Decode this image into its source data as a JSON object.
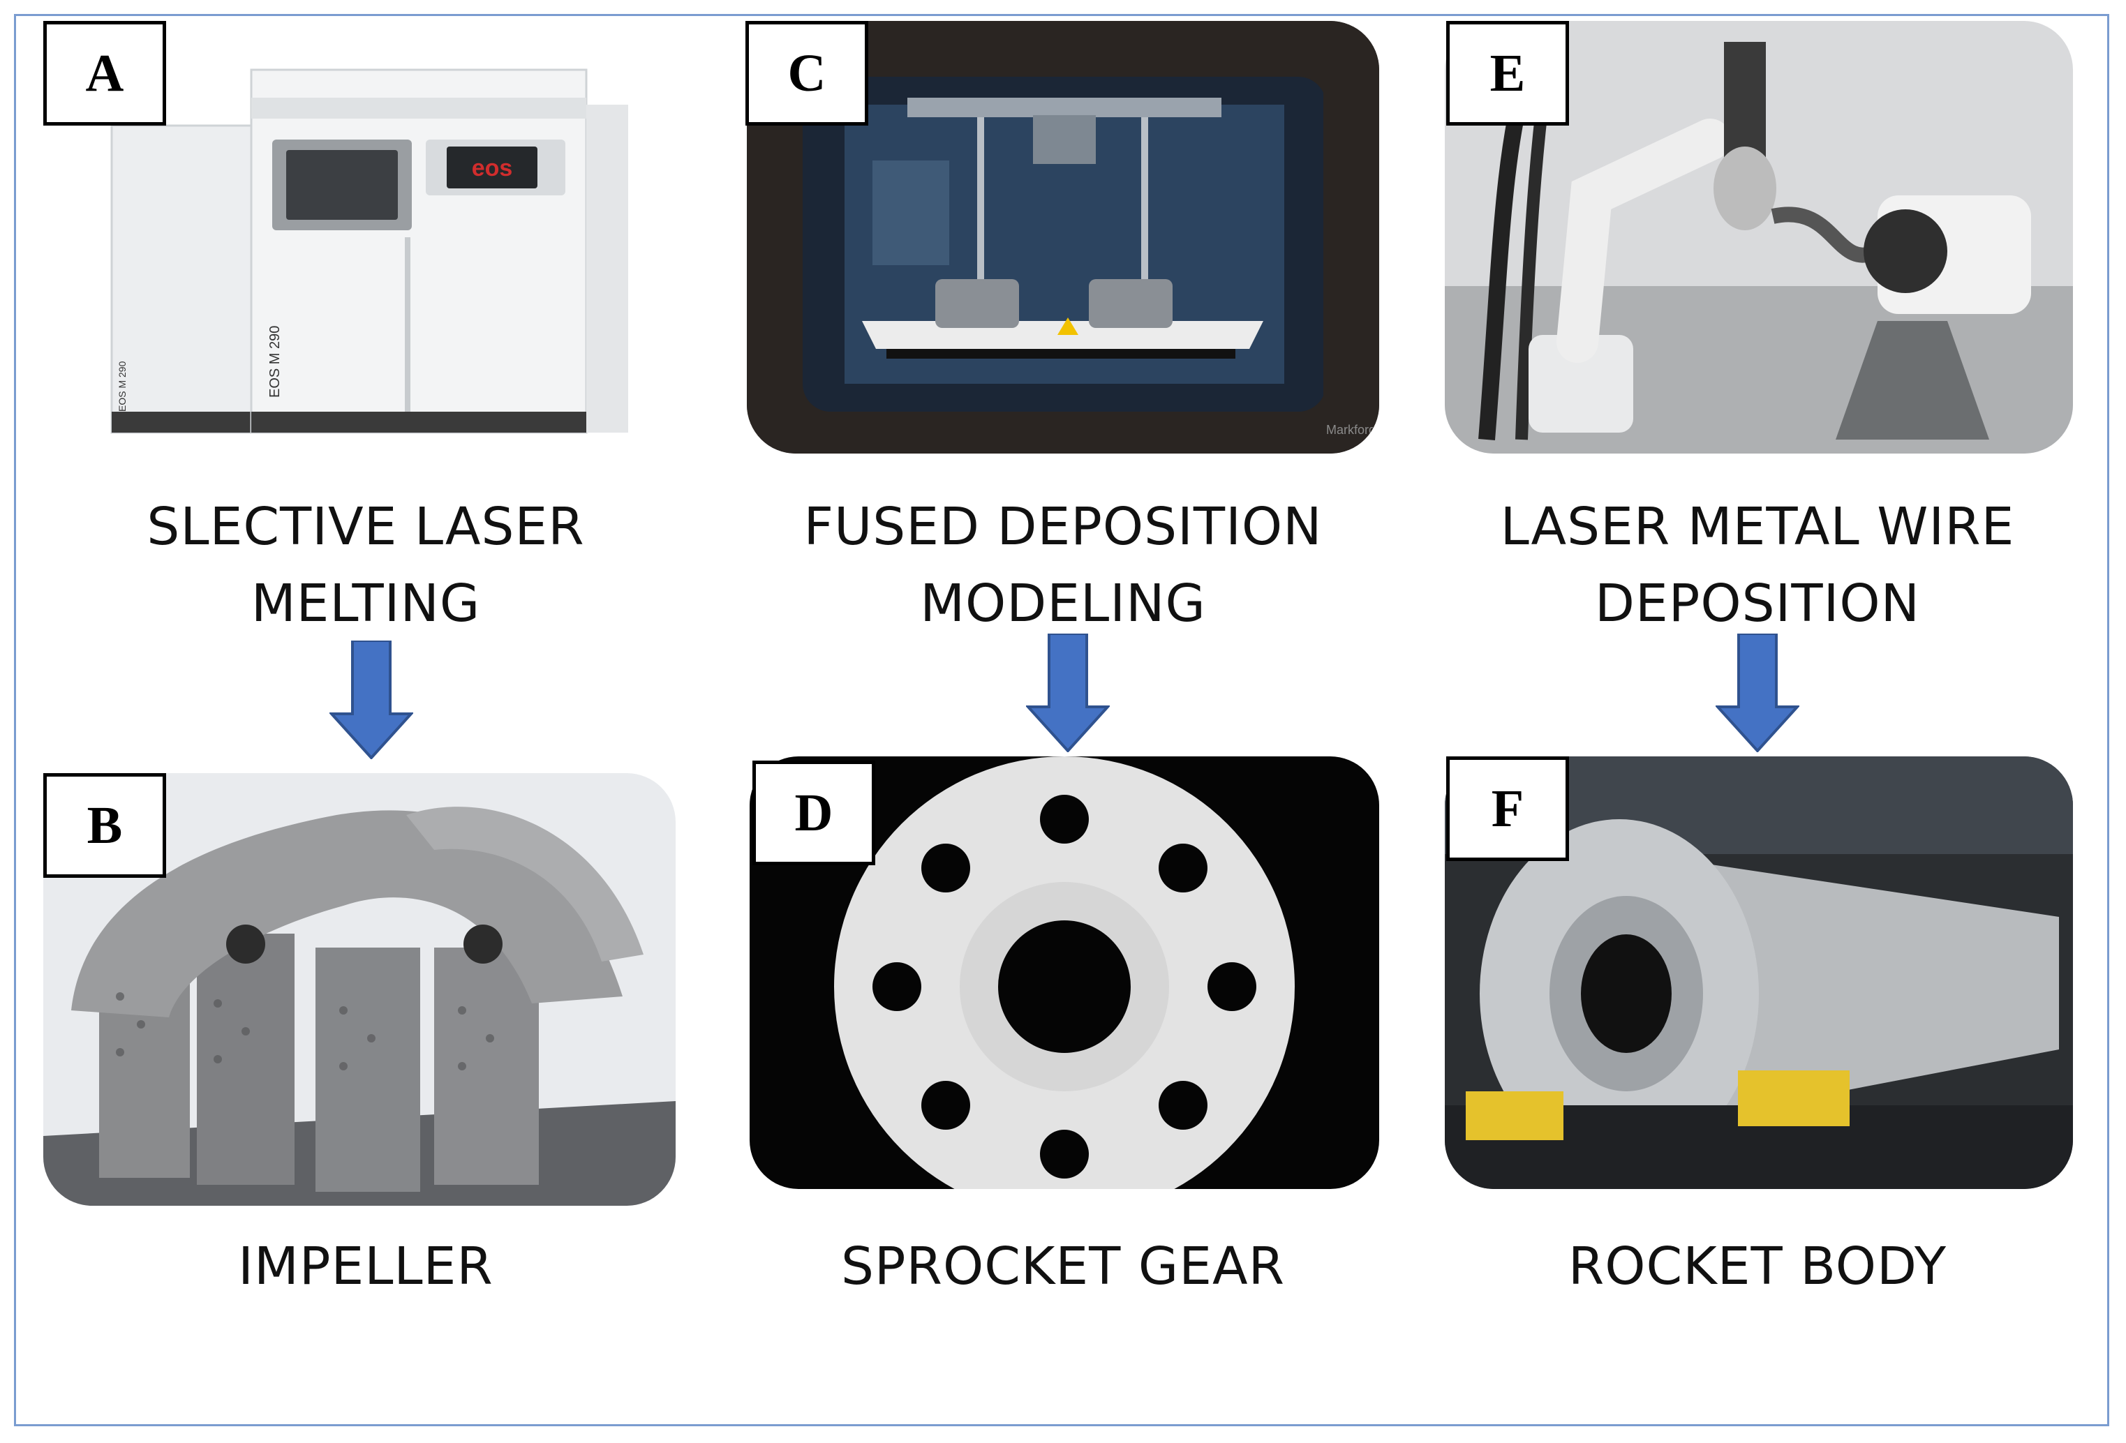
{
  "panels": [
    {
      "letter": "A",
      "title_lines": [
        "SLECTIVE LASER",
        "MELTING"
      ],
      "icon": "sls-printer-image"
    },
    {
      "letter": "C",
      "title_lines": [
        "FUSED DEPOSITION",
        "MODELING"
      ],
      "icon": "fdm-printer-image"
    },
    {
      "letter": "E",
      "title_lines": [
        "LASER METAL WIRE",
        "DEPOSITION"
      ],
      "icon": "robot-arm-image"
    },
    {
      "letter": "B",
      "title_lines": [
        "IMPELLER"
      ],
      "icon": "impeller-image"
    },
    {
      "letter": "D",
      "title_lines": [
        "SPROCKET GEAR"
      ],
      "icon": "sprocket-image"
    },
    {
      "letter": "F",
      "title_lines": [
        "ROCKET BODY"
      ],
      "icon": "rocket-body-image"
    }
  ],
  "arrow_color": "#4472c4",
  "frame_color": "#7a9cd0"
}
